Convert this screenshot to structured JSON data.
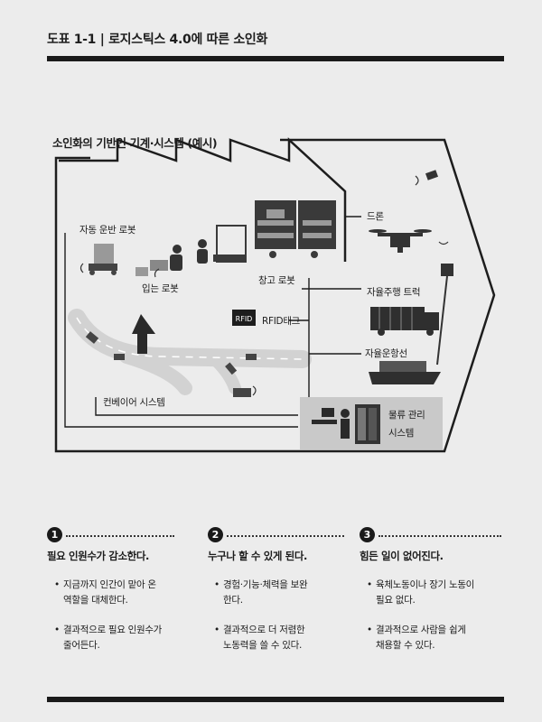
{
  "figure": {
    "title": "도표 1-1 | 로지스틱스 4.0에 따른 소인화",
    "diagram_title": "소인화의 기반인 기계·시스템 (예시)"
  },
  "labels": {
    "auto_transport_robot": "자동 운반 로봇",
    "wearable_robot": "입는 로봇",
    "warehouse_robot": "창고 로봇",
    "drone": "드론",
    "rfid_chip": "RFID",
    "rfid_tag": "RFID태그",
    "autonomous_truck": "자율주행 트럭",
    "autonomous_ship": "자율운항선",
    "conveyor_system": "컨베이어 시스템",
    "logistics_system_line1": "물류 관리",
    "logistics_system_line2": "시스템"
  },
  "columns": [
    {
      "number": "1",
      "title": "필요 인원수가 감소한다.",
      "bullets": [
        {
          "line1": "지금까지 인간이 맡아 온",
          "line2": "역할을 대체한다."
        },
        {
          "line1": "결과적으로 필요 인원수가",
          "line2": "줄어든다."
        }
      ]
    },
    {
      "number": "2",
      "title": "누구나 할 수 있게 된다.",
      "bullets": [
        {
          "line1": "경험·기능·체력을 보완",
          "line2": "한다."
        },
        {
          "line1": "결과적으로 더 저렴한",
          "line2": "노동력을 쓸 수 있다."
        }
      ]
    },
    {
      "number": "3",
      "title": "힘든 일이 없어진다.",
      "bullets": [
        {
          "line1": "육체노동이나 장기 노동이",
          "line2": "필요 없다."
        },
        {
          "line1": "결과적으로 사람을 쉽게",
          "line2": "채용할 수 있다."
        }
      ]
    }
  ],
  "colors": {
    "ink": "#1d1d1d",
    "background": "#ececec",
    "road": "#d6d6d6",
    "panel": "#c9c9c9"
  }
}
